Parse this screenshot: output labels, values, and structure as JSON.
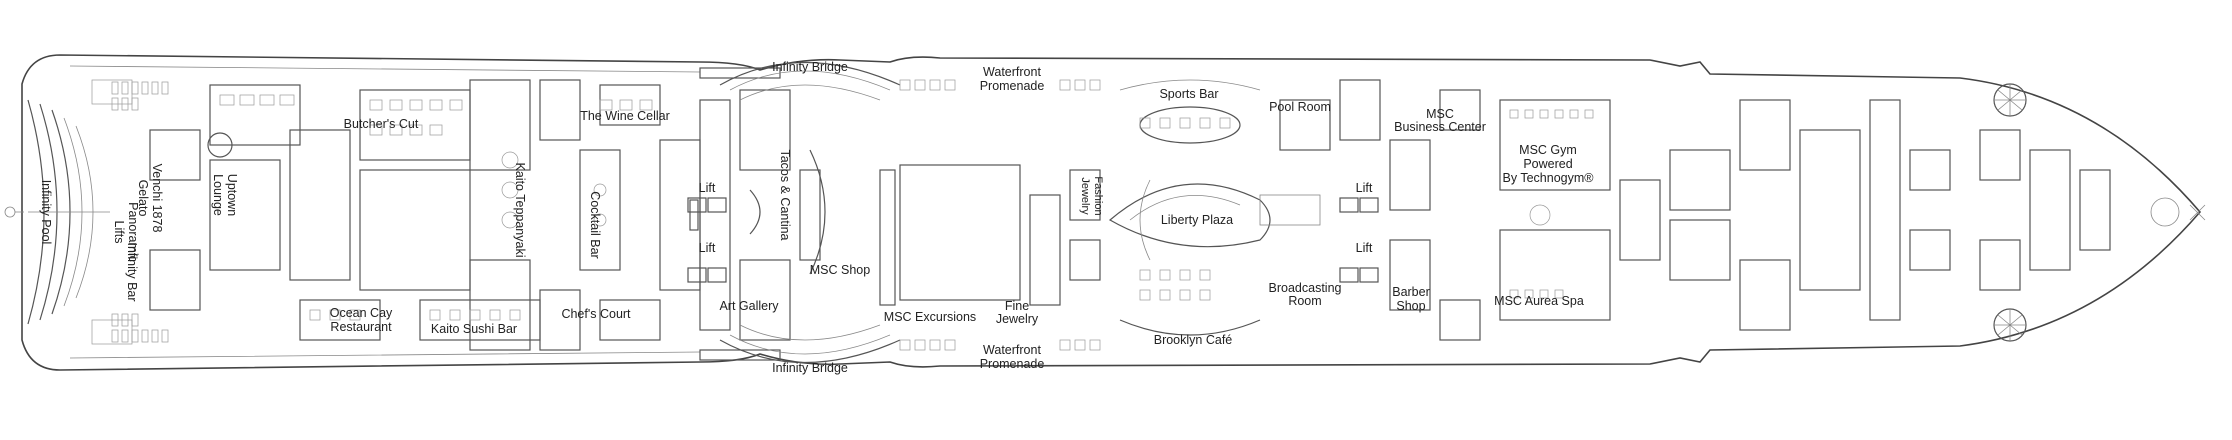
{
  "labels": {
    "infinity_bridge_top": "Infinity Bridge",
    "infinity_bridge_bottom": "Infinity Bridge",
    "waterfront_promenade_top": [
      "Waterfront",
      "Promenade"
    ],
    "waterfront_promenade_bottom": [
      "Waterfront",
      "Promenade"
    ],
    "sports_bar": "Sports Bar",
    "pool_room": "Pool Room",
    "msc_business_center": [
      "MSC",
      "Business Center"
    ],
    "msc_gym": [
      "MSC Gym",
      "Powered",
      "By Technogym®"
    ],
    "liberty_plaza": "Liberty Plaza",
    "fashion_jewelry": [
      "Fashion",
      "Jewelry"
    ],
    "broadcasting_room": [
      "Broadcasting",
      "Room"
    ],
    "brooklyn_cafe": "Brooklyn Café",
    "barber_shop": [
      "Barber",
      "Shop"
    ],
    "msc_aurea_spa": "MSC Aurea Spa",
    "fine_jewelry": [
      "Fine",
      "Jewelry"
    ],
    "msc_excursions": "MSC Excursions",
    "msc_shop": "MSC Shop",
    "art_gallery": "Art Gallery",
    "chefs_court": "Chef's Court",
    "kaito_sushi_bar": "Kaito Sushi Bar",
    "ocean_cay_restaurant": [
      "Ocean Cay",
      "Restaurant"
    ],
    "the_wine_cellar": "The Wine Cellar",
    "butchers_cut": "Butcher's Cut",
    "kaito_teppanyaki": "Kaito Teppanyaki",
    "cocktail_bar": "Cocktail Bar",
    "tacos_cantina": "Tacos & Cantina",
    "venchi_gelato": [
      "Venchi 1878",
      "Gelato"
    ],
    "uptown_lounge": [
      "Uptown",
      "Lounge"
    ],
    "panoramic_lifts": [
      "Panoramic",
      "Lifts"
    ],
    "infinity_bar": "Infinity Bar",
    "infinity_pool": "Infinity Pool",
    "lift_1": "Lift",
    "lift_2": "Lift",
    "lift_3": "Lift",
    "lift_4": "Lift"
  }
}
